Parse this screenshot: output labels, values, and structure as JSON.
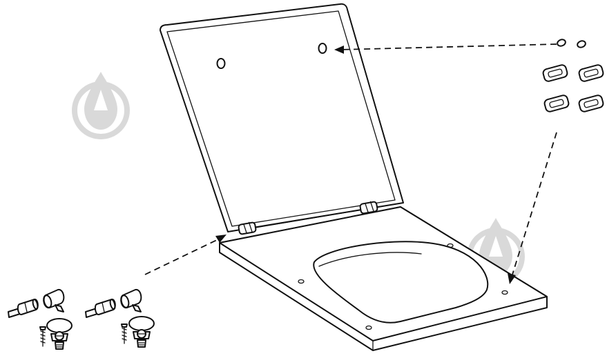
{
  "diagram": {
    "kind": "exploded-assembly",
    "parts": [
      "lid",
      "seat",
      "hinge-barrels",
      "lid-bumpers",
      "seat-bumpers",
      "hinge-pin-left",
      "hinge-sleeve-left",
      "hinge-pin-right",
      "hinge-sleeve-right",
      "fixing-cap-left",
      "fixing-cap-right",
      "fixing-screw-left",
      "fixing-screw-right"
    ],
    "watermark_icon": "droplet-watermark-icon",
    "colors": {
      "ink": "#111111",
      "watermark": "#d9d9d9",
      "background": "#ffffff"
    }
  }
}
